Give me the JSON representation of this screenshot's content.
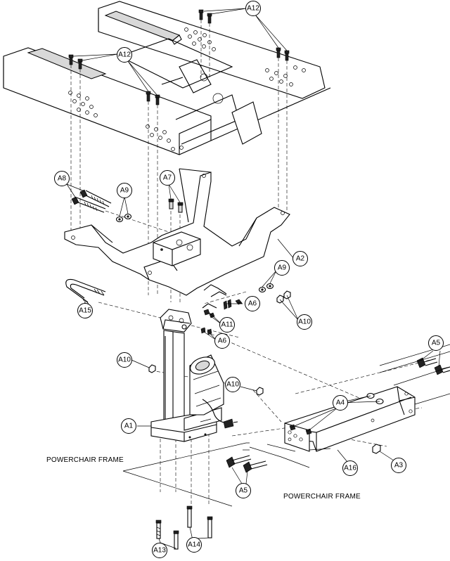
{
  "labels": {
    "frame_left": "POWERCHAIR FRAME",
    "frame_right": "POWERCHAIR FRAME"
  },
  "callouts": {
    "a12_top": "A12",
    "a12_left": "A12",
    "a8": "A8",
    "a9_upper": "A9",
    "a7": "A7",
    "a2": "A2",
    "a9_lower": "A9",
    "a15": "A15",
    "a6_upper": "A6",
    "a11": "A11",
    "a10_right": "A10",
    "a6_lower": "A6",
    "a10_mid": "A10",
    "a10_motor": "A10",
    "a5_right": "A5",
    "a4": "A4",
    "a1": "A1",
    "a5_mid": "A5",
    "a3": "A3",
    "a16": "A16",
    "a13": "A13",
    "a14": "A14"
  }
}
